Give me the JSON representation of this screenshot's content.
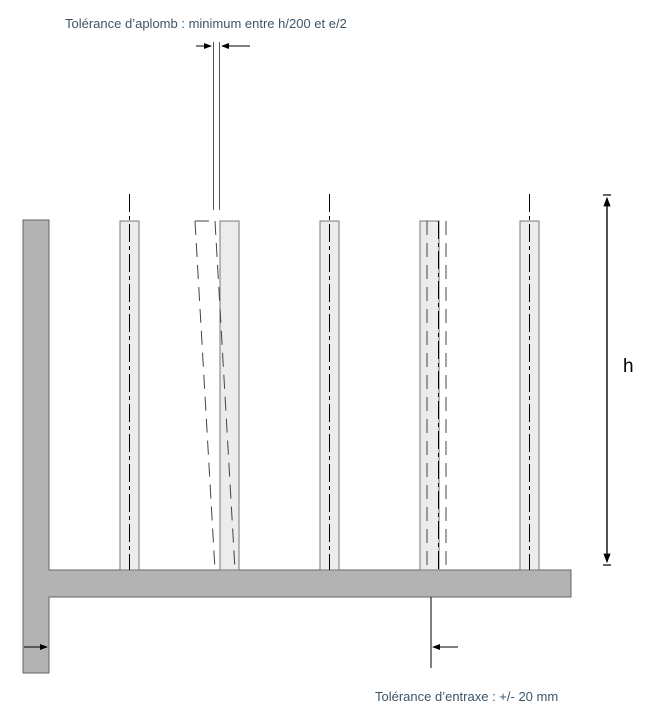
{
  "labels": {
    "plumb_tolerance": "Tolérance d’aplomb : minimum entre h/200 et e/2",
    "spacing_tolerance": "Tolérance d’entraxe : +/- 20 mm",
    "height": "h"
  },
  "colors": {
    "wall": "#b3b3b3",
    "stud": "#ececec",
    "outline": "#555555",
    "text": "#3f5566"
  }
}
